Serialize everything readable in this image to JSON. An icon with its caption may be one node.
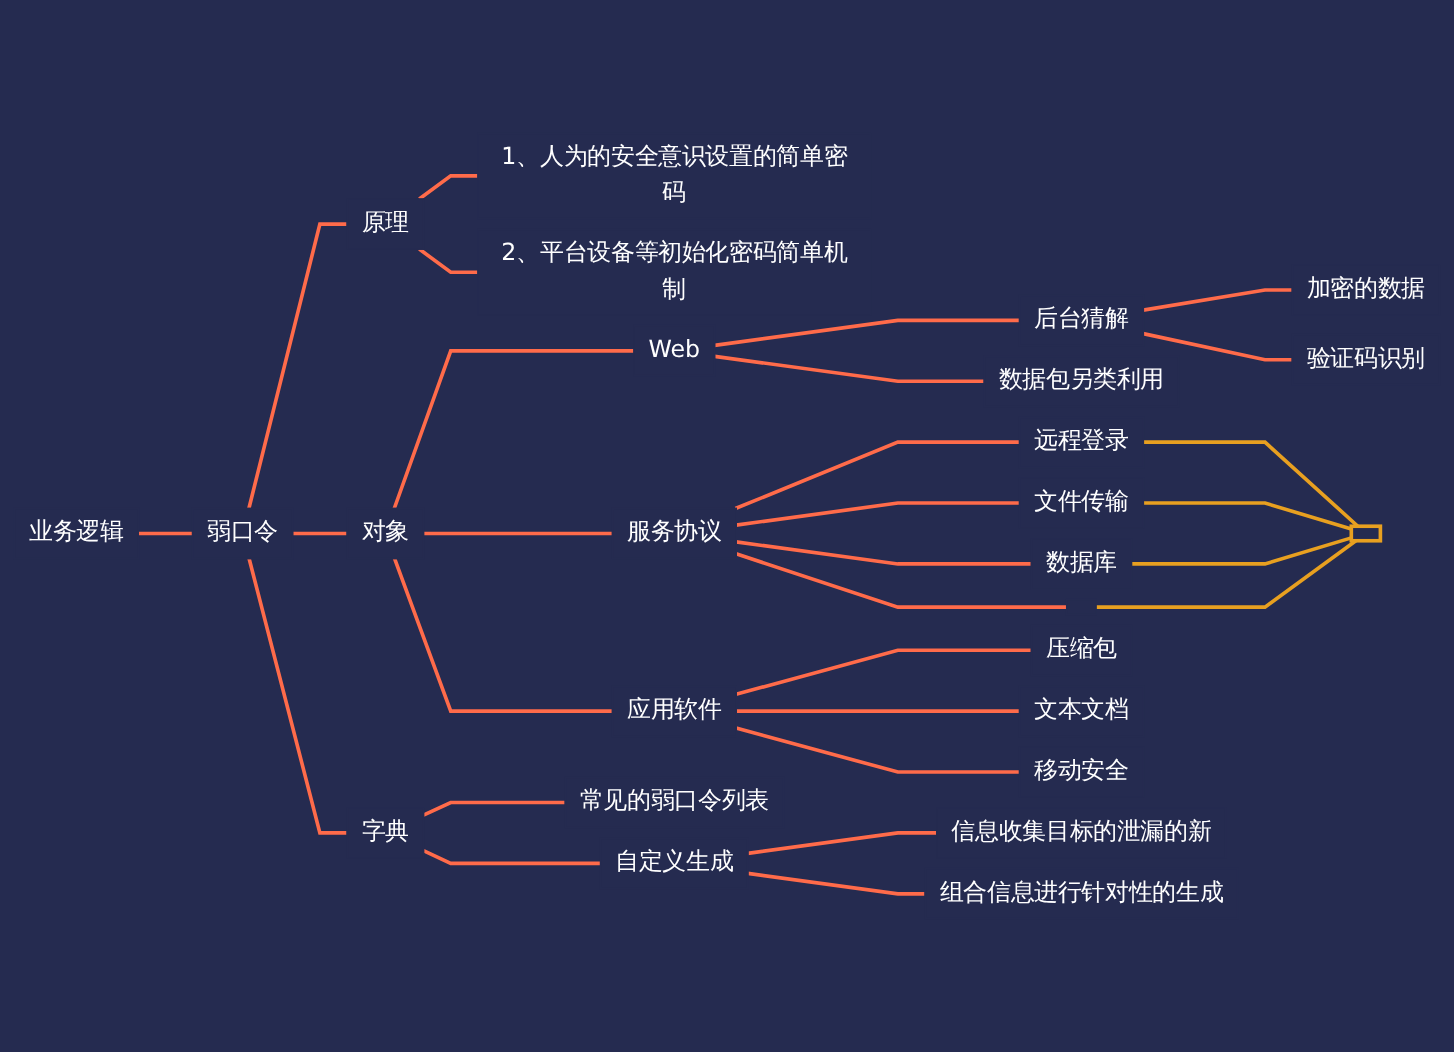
{
  "diagram": {
    "nodes": [
      {
        "text": [
          "业务逻辑"
        ]
      },
      {
        "text": [
          "弱口令"
        ]
      },
      {
        "text": [
          "原理"
        ]
      },
      {
        "text": [
          "1、人为的安全意识设置的简单密码"
        ]
      },
      {
        "text": [
          "2、平台设备等初始化密码简单机制"
        ]
      },
      {
        "text": [
          "对象"
        ]
      },
      {
        "text": [
          "Web"
        ]
      },
      {
        "text": [
          "后台猜解"
        ]
      },
      {
        "text": [
          "加密的数据"
        ]
      },
      {
        "text": [
          "验证码识别"
        ]
      },
      {
        "text": [
          "数据包另类利用"
        ]
      },
      {
        "text": [
          "服务协议"
        ]
      },
      {
        "text": [
          "远程登录"
        ]
      },
      {
        "text": [
          "文件传输"
        ]
      },
      {
        "text": [
          "数据库"
        ]
      },
      {
        "text": [],
        "shape": "bar"
      },
      {
        "text": [
          "应用软件"
        ]
      },
      {
        "text": [
          "压缩包"
        ]
      },
      {
        "text": [
          "文本文档"
        ]
      },
      {
        "text": [
          "移动安全"
        ]
      },
      {
        "text": [
          "字典"
        ]
      },
      {
        "text": [
          "常见的弱口令列表"
        ]
      },
      {
        "text": [
          "自定义生成"
        ]
      },
      {
        "text": [
          "信息收集目标的泄漏的新"
        ]
      },
      {
        "text": [
          "组合信息进行针对性的生成"
        ]
      },
      {
        "text": [],
        "shape": "box"
      }
    ],
    "edges": [
      {
        "from": 0,
        "to": 1,
        "arrow": "none"
      },
      {
        "from": 1,
        "to": 2,
        "arrow": "none"
      },
      {
        "from": 2,
        "to": 3,
        "arrow": "none"
      },
      {
        "from": 2,
        "to": 4,
        "arrow": "none"
      },
      {
        "from": 1,
        "to": 5,
        "arrow": "none"
      },
      {
        "from": 5,
        "to": 6,
        "arrow": "none"
      },
      {
        "from": 6,
        "to": 7,
        "arrow": "none"
      },
      {
        "from": 7,
        "to": 8,
        "arrow": "none"
      },
      {
        "from": 7,
        "to": 9,
        "arrow": "none"
      },
      {
        "from": 6,
        "to": 10,
        "arrow": "none"
      },
      {
        "from": 5,
        "to": 11,
        "arrow": "none"
      },
      {
        "from": 11,
        "to": 12,
        "arrow": "none"
      },
      {
        "from": 11,
        "to": 13,
        "arrow": "none"
      },
      {
        "from": 11,
        "to": 14,
        "arrow": "none"
      },
      {
        "from": 11,
        "to": 15,
        "arrow": "none"
      },
      {
        "from": 5,
        "to": 16,
        "arrow": "none"
      },
      {
        "from": 16,
        "to": 17,
        "arrow": "none"
      },
      {
        "from": 16,
        "to": 18,
        "arrow": "none"
      },
      {
        "from": 16,
        "to": 19,
        "arrow": "none"
      },
      {
        "from": 1,
        "to": 20,
        "arrow": "none"
      },
      {
        "from": 20,
        "to": 21,
        "arrow": "none"
      },
      {
        "from": 20,
        "to": 22,
        "arrow": "none"
      },
      {
        "from": 22,
        "to": 23,
        "arrow": "none"
      },
      {
        "from": 22,
        "to": 24,
        "arrow": "none"
      },
      {
        "from": 12,
        "to": 25,
        "arrow": "none",
        "color": "#e8a020"
      },
      {
        "from": 13,
        "to": 25,
        "arrow": "none",
        "color": "#e8a020"
      },
      {
        "from": 14,
        "to": 25,
        "arrow": "none",
        "color": "#e8a020"
      },
      {
        "from": 15,
        "to": 25,
        "arrow": "none",
        "color": "#e8a020"
      }
    ]
  }
}
